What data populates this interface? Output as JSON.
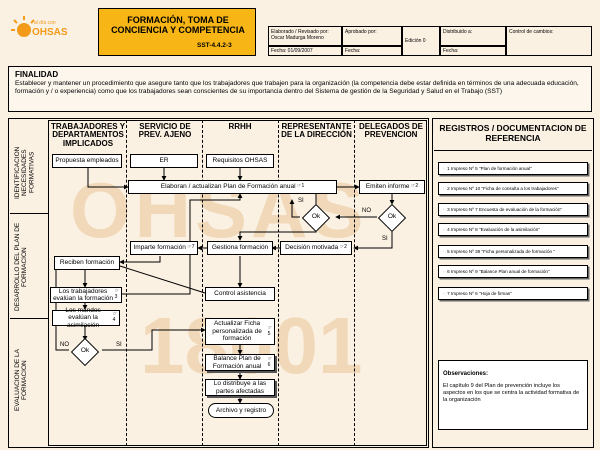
{
  "header": {
    "logo_text": "OHSAS",
    "logo_tagline": "al día con",
    "title": "FORMACIÓN, TOMA DE CONCIENCIA Y COMPETENCIA",
    "code": "SST-4.4.2-3",
    "elaborado_label": "Elaborado / Revisado por:",
    "elaborado_value": "Oscar Madurga Moreno",
    "aprobado_label": "Aprobado por:",
    "edicion": "Edición 0",
    "distribuido_label": "Distribuido a:",
    "control_label": "Control de cambios:",
    "fecha1": "Fecha: 01/09/2007",
    "fecha2": "Fecha:",
    "fecha3": "Fecha:"
  },
  "finalidad": {
    "title": "FINALIDAD",
    "text": "Establecer y mantener un procedimiento que asegure tanto que los trabajadores que trabajen para la organización (la competencia debe estar definida en términos de una adecuada educación, formación y / o experiencia) como que los trabajadores sean conscientes de su importancia dentro del Sistema de gestión de la Seguridad y Salud en el Trabajo (SST)"
  },
  "columns": [
    "TRABAJADORES Y DEPARTAMENTOS IMPLICADOS",
    "SERVICIO DE PREV. AJENO",
    "RRHH",
    "REPRESENTANTE DE LA DIRECCIÓN",
    "DELEGADOS DE PREVENCION"
  ],
  "phases": [
    "IDENTIFICACION NECESIDADES FORMATIVAS",
    "DESARROLLO DEL PLAN DE FORMACION",
    "EVALUACION DE LA FORMACION"
  ],
  "boxes": {
    "propuesta": "Propuesta empleados",
    "er": "ER",
    "requisitos": "Requisitos OHSAS",
    "elaboran": "Elaboran / actualizan Plan de Formación anual",
    "emiten": "Emiten informe",
    "ok1": "Ok",
    "ok2": "Ok",
    "ok3": "Ok",
    "imparte": "Imparte formación",
    "gestiona": "Gestiona formación",
    "decision": "Decisión motivada",
    "reciben": "Reciben formación",
    "control": "Control asistencia",
    "evaluan_trab": "Los trabajadores evalúan la formación",
    "evaluan_mandos": "Los mandos evalúan la asimilación",
    "actualizar": "Actualizar Ficha personalizada de formación",
    "balance": "Balance Plan de Formación anual",
    "distribuye": "Lo distribuye a las partes afectadas",
    "archivo": "Archivo y registro"
  },
  "refs": {
    "r1": "1",
    "r2": "2",
    "r3": "3",
    "r4": "4",
    "r5": "5",
    "r6": "6",
    "r7": "7"
  },
  "labels": {
    "si": "SI",
    "no": "NO"
  },
  "registros": {
    "title": "REGISTROS / DOCUMENTACION DE REFERENCIA",
    "items": [
      "Impreso Nº 5 \"Plan de formación anual\"",
      "Impreso Nº 10 \"Ficha de consulta a los trabajadores\"",
      "Impreso Nº 7 Encuesta de evaluación de la formación\"",
      "Impreso Nº 8 \"Evaluación de la asimilación\"",
      "Impreso Nº 39 \"Ficha personalizada de formación \"",
      "Impreso Nº 9 \"Balance Plan anual de formación\"",
      "Impreso Nº 6 \"Hoja de firmas\""
    ],
    "item_nums": [
      "1",
      "2",
      "3",
      "4",
      "5",
      "6",
      "7"
    ],
    "obs_title": "Observaciones:",
    "obs_text": "El capítulo 9 del Plan de prevención incluye los aspectos en los que se centra la actividad formativa de la organización"
  },
  "watermark": {
    "top": "OHSAS",
    "bottom": "18001"
  },
  "colors": {
    "title_bg": "#f7b516",
    "page_bg": "#fbf1e3",
    "logo": "#f39a1a"
  }
}
